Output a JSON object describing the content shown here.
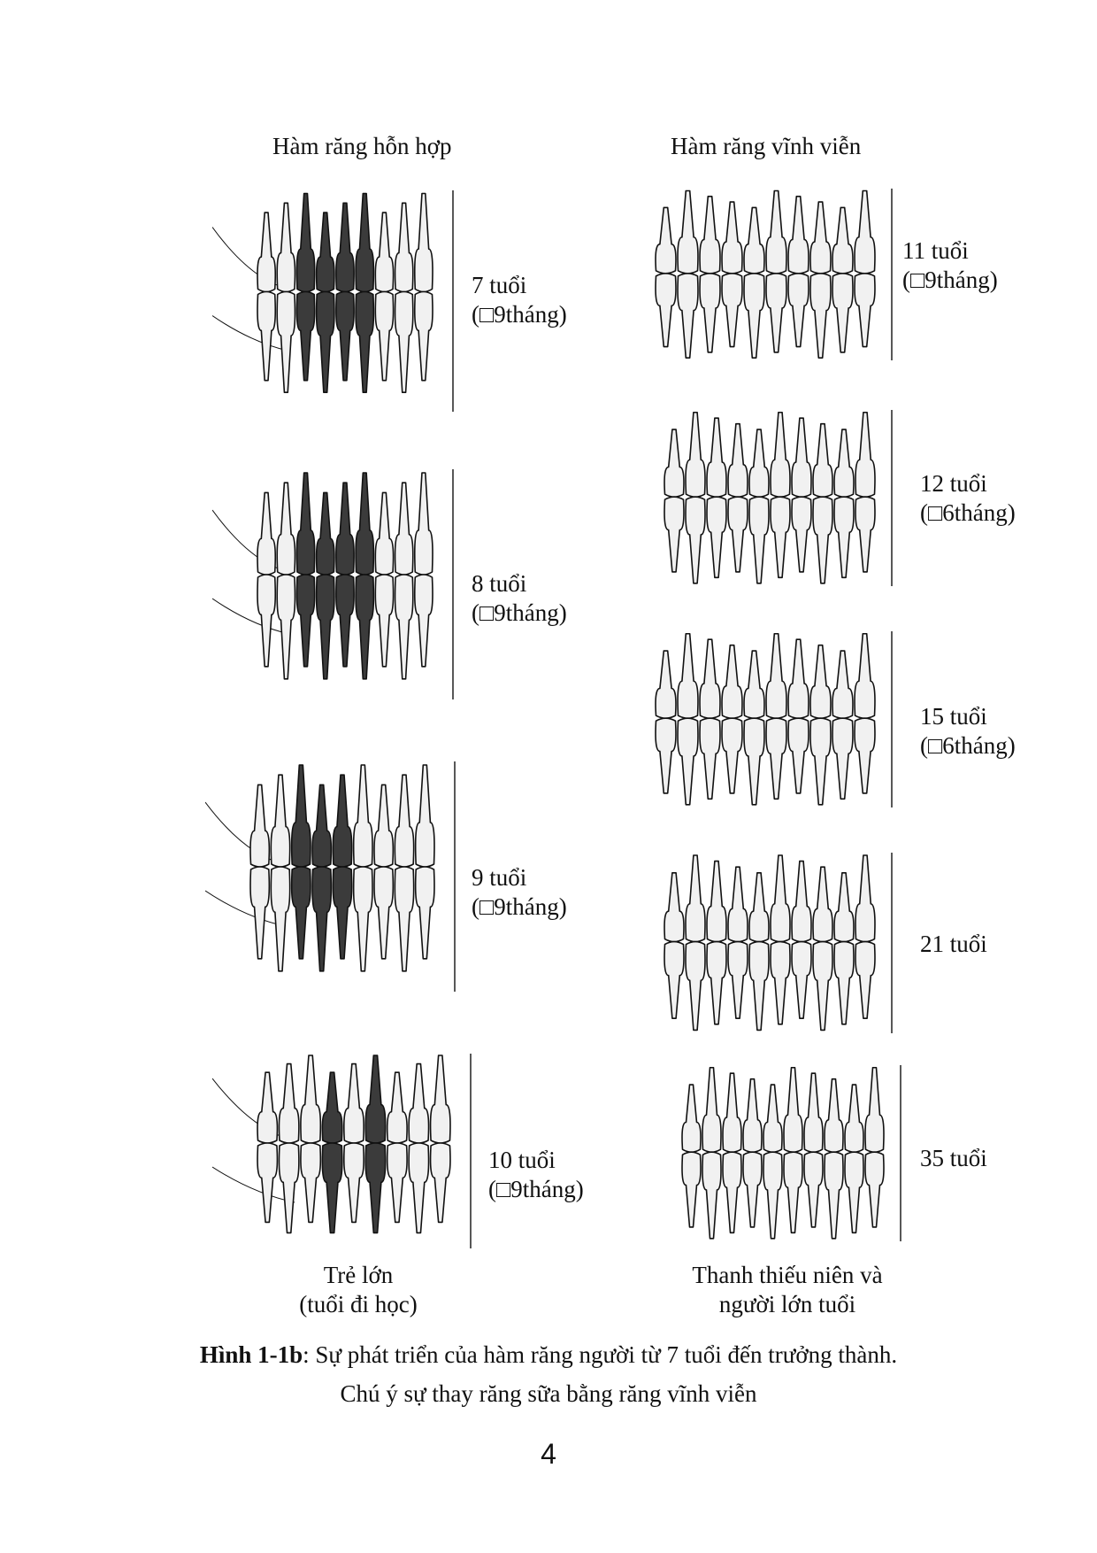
{
  "columns": {
    "mixed": {
      "title": "Hàm răng hỗn hợp",
      "footer": [
        "Trẻ lớn",
        "(tuổi đi học)"
      ]
    },
    "permanent": {
      "title": "Hàm răng vĩnh viễn",
      "footer": [
        "Thanh thiếu niên và",
        "người lớn tuổi"
      ]
    }
  },
  "panels": {
    "mixed": [
      {
        "age": "7 tuổi",
        "note": "(□9tháng)"
      },
      {
        "age": "8 tuổi",
        "note": "(□9tháng)"
      },
      {
        "age": "9 tuổi",
        "note": "(□9tháng)"
      },
      {
        "age": "10 tuổi",
        "note": "(□9tháng)"
      }
    ],
    "permanent": [
      {
        "age": "11 tuổi",
        "note": "(□9tháng)"
      },
      {
        "age": "12 tuổi",
        "note": "(□6tháng)"
      },
      {
        "age": "15 tuổi",
        "note": "(□6tháng)"
      },
      {
        "age": "21 tuổi",
        "note": ""
      },
      {
        "age": "35 tuổi",
        "note": ""
      }
    ]
  },
  "caption": {
    "label": "Hình 1-1b",
    "line1": ": Sự phát triển của hàm răng người từ 7 tuổi đến trưởng thành.",
    "line2": "Chú ý sự thay răng sữa bằng răng vĩnh viễn"
  },
  "page_number": "4",
  "colors": {
    "ink": "#111111",
    "tooth_fill": "#f1f1f1",
    "deciduous_fill": "#3b3b3b"
  }
}
